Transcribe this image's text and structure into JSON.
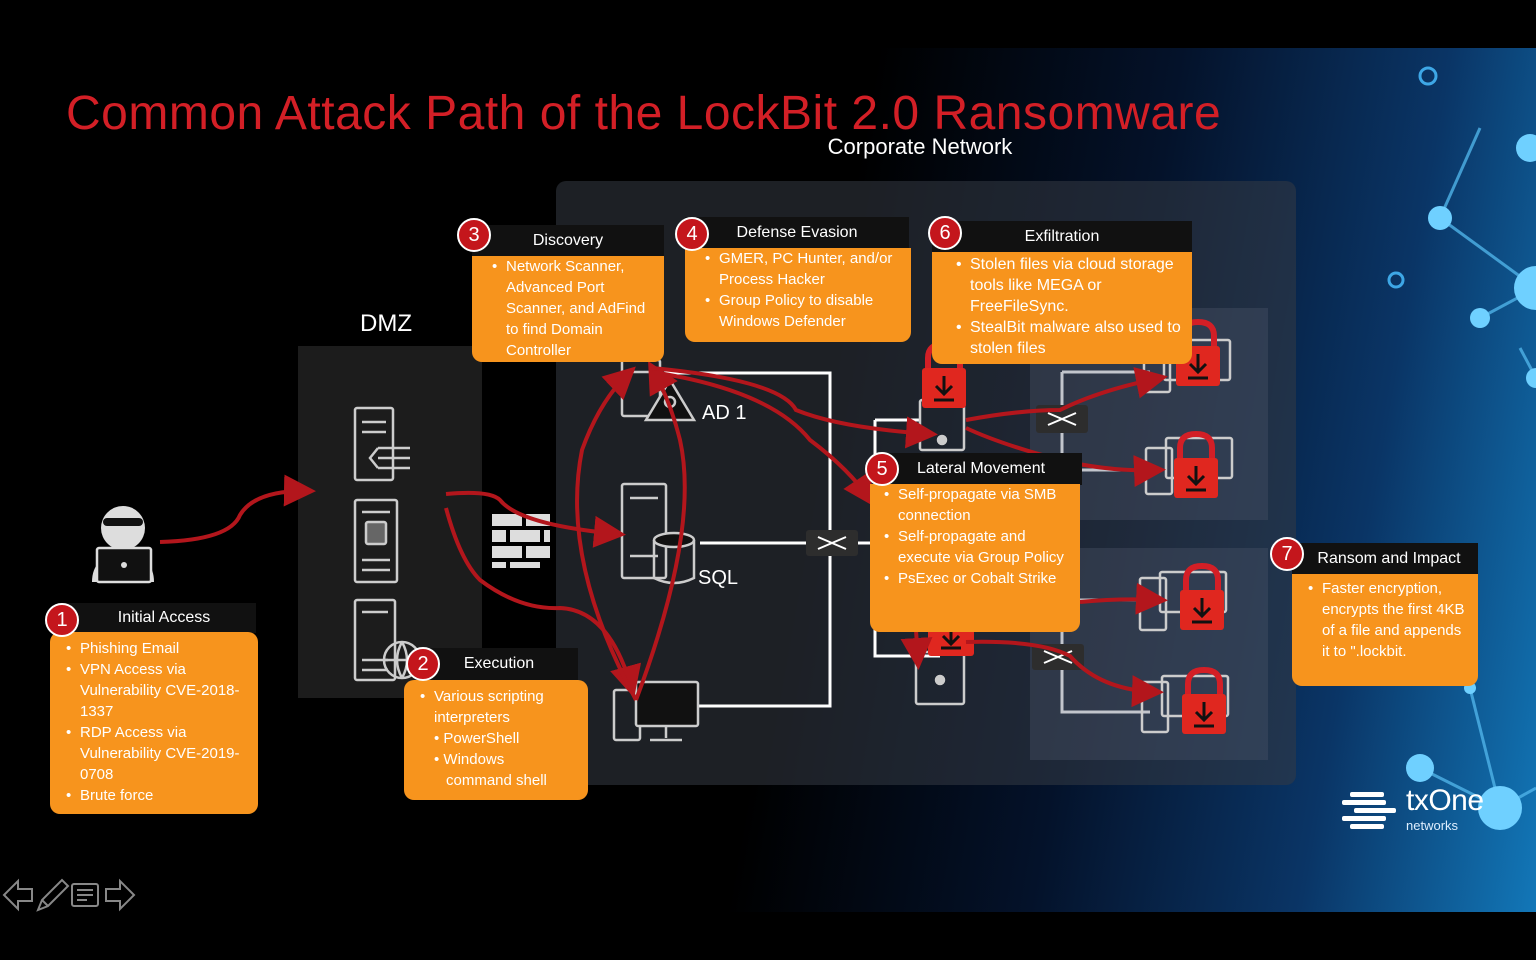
{
  "slide": {
    "title": "Common Attack Path of the LockBit 2.0 Ransomware",
    "zones": {
      "corporate": "Corporate Network",
      "dmz": "DMZ"
    },
    "nodes": {
      "ad": "AD 1",
      "sql": "SQL"
    },
    "steps": [
      {
        "number": "1",
        "title": "Initial Access",
        "items": [
          "Phishing Email",
          "VPN Access via Vulnerability CVE-2018-1337",
          "RDP Access via Vulnerability CVE-2019-0708",
          "Brute force"
        ]
      },
      {
        "number": "2",
        "title": "Execution",
        "items": [
          "Various scripting interpreters",
          "• PowerShell",
          "• Windows",
          "command shell"
        ]
      },
      {
        "number": "3",
        "title": "Discovery",
        "items": [
          "Network Scanner, Advanced Port Scanner, and AdFind to find Domain Controller"
        ]
      },
      {
        "number": "4",
        "title": "Defense Evasion",
        "items": [
          "GMER, PC Hunter, and/or Process Hacker",
          "Group Policy to disable Windows Defender"
        ]
      },
      {
        "number": "5",
        "title": "Lateral Movement",
        "items": [
          "Self-propagate via SMB connection",
          "Self-propagate and execute via Group Policy",
          "PsExec or Cobalt Strike"
        ]
      },
      {
        "number": "6",
        "title": "Exfiltration",
        "items": [
          "Stolen files via cloud storage tools like MEGA or FreeFileSync.",
          "StealBit malware also used to stolen files"
        ]
      },
      {
        "number": "7",
        "title": "Ransom and Impact",
        "items": [
          "Faster encryption, encrypts the first 4KB of a file and appends it to \".lockbit."
        ]
      }
    ],
    "brand": {
      "name": "txOne",
      "sub": "networks"
    },
    "colors": {
      "accent": "#d31f26",
      "card": "#f7941d",
      "arrow": "#b3161c",
      "badge": "#c4161c"
    }
  }
}
